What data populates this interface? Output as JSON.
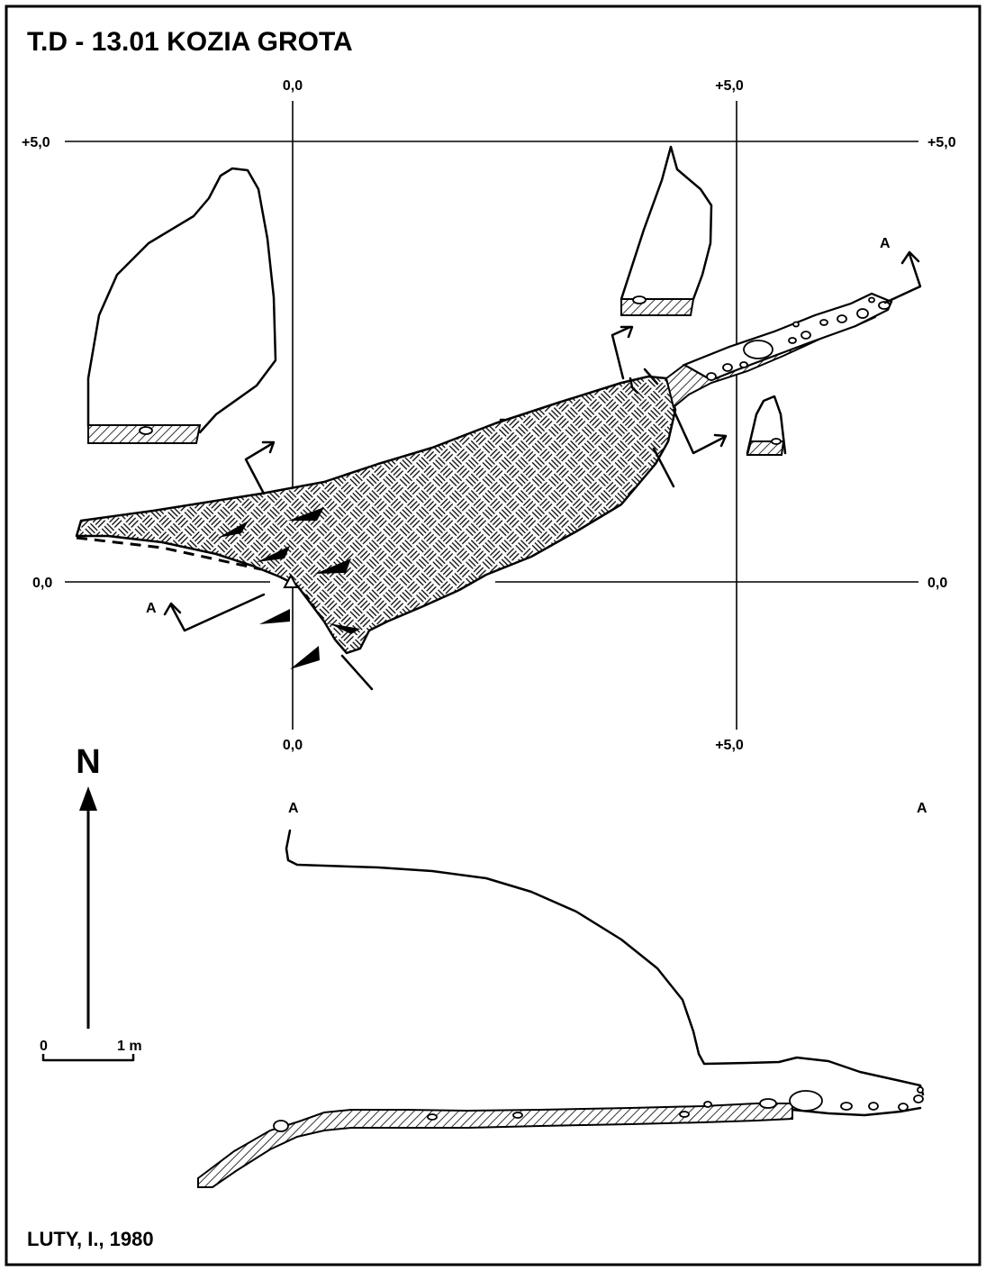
{
  "title": "T.D - 13.01  KOZIA GROTA",
  "credit": "LUTY, I., 1980",
  "north_label": "N",
  "scale_bar": {
    "zero": "0",
    "one": "1 m"
  },
  "grid_labels": {
    "top_x0": "0,0",
    "top_x5": "+5,0",
    "left_y5": "+5,0",
    "right_y5": "+5,0",
    "left_y0": "0,0",
    "right_y0": "0,0",
    "bottom_x0": "0,0",
    "bottom_x5": "+5,0"
  },
  "section_labels": {
    "plan_a_west": "A",
    "plan_a_east": "A",
    "profile_a_left": "A",
    "profile_a_right": "A"
  }
}
